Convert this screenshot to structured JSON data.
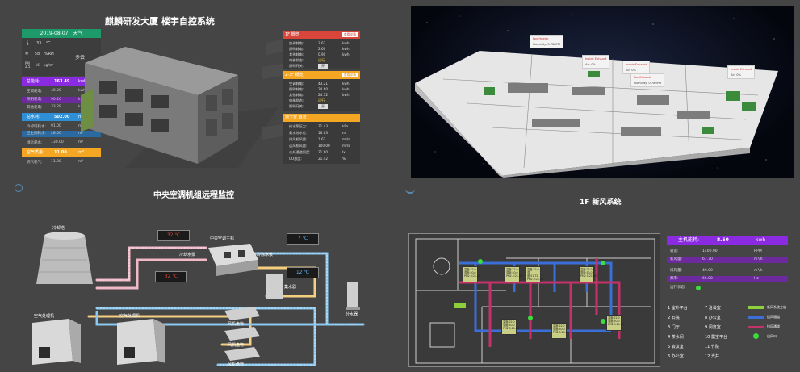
{
  "top_left": {
    "title": "麒麟研发大厦 楼宇自控系统",
    "weather": {
      "date": "2019-08-07",
      "label": "天气",
      "temp_value": "33",
      "temp_unit": "℃",
      "humidity_value": "58",
      "humidity_unit": "%RH",
      "pm_label": "PM\n2.5",
      "pm_value": "16",
      "pm_unit": "ug/m³",
      "sky": "多云"
    },
    "energy": {
      "head_label": "总能耗:",
      "head_value": "163.49",
      "head_unit": "kwh",
      "rows": [
        {
          "label": "空调耗电:",
          "value": "40.00",
          "unit": "kwh"
        },
        {
          "label": "照明耗电:",
          "value": "90.20",
          "unit": "kwh"
        },
        {
          "label": "其他耗电:",
          "value": "33.29",
          "unit": "kwh"
        }
      ]
    },
    "water": {
      "head_label": "总水耗:",
      "head_value": "502.00",
      "head_unit": "m³",
      "rows": [
        {
          "label": "冷却塔耗水:",
          "value": "91.00",
          "unit": "m³"
        },
        {
          "label": "卫生间耗水:",
          "value": "28.00",
          "unit": "m³"
        },
        {
          "label": "绿化耗水:",
          "value": "130.00",
          "unit": "m³"
        }
      ]
    },
    "gas": {
      "head_label": "空气质量:",
      "head_value": "11.00",
      "head_unit": "m³",
      "rows": [
        {
          "label": "燃气耗气:",
          "value": "11.00",
          "unit": "m³"
        }
      ]
    },
    "right_panel_1": {
      "head": "1F 概览",
      "badge": "查看详情",
      "rows": [
        {
          "label": "空调耗电:",
          "value": "3.63",
          "unit": "kwh"
        },
        {
          "label": "照明耗电:",
          "value": "2.60",
          "unit": "kwh"
        },
        {
          "label": "其他耗电:",
          "value": "0.90",
          "unit": "kwh"
        },
        {
          "label": "电梯状态:",
          "value": "运行",
          "unit": ""
        },
        {
          "label": "照明开关:",
          "value": "开",
          "unit": ""
        }
      ]
    },
    "right_panel_2": {
      "head": "2-3F 概览",
      "badge": "查看详情",
      "rows": [
        {
          "label": "空调耗电:",
          "value": "43.21",
          "unit": "kwh"
        },
        {
          "label": "照明耗电:",
          "value": "24.60",
          "unit": "kwh"
        },
        {
          "label": "其他耗电:",
          "value": "24.12",
          "unit": "kwh"
        },
        {
          "label": "电梯状态:",
          "value": "运行",
          "unit": ""
        },
        {
          "label": "照明开关:",
          "value": "开",
          "unit": ""
        }
      ]
    },
    "right_panel_3": {
      "head": "地下室 概览",
      "rows": [
        {
          "label": "给水泵压力:",
          "value": "21.43",
          "unit": "kPa"
        },
        {
          "label": "集水坑水位:",
          "value": "16.63",
          "unit": "m"
        },
        {
          "label": "排风机风量:",
          "value": "1.62",
          "unit": "m³/s"
        },
        {
          "label": "送风机风量:",
          "value": "100.00",
          "unit": "m³/s"
        },
        {
          "label": "公共通道照度:",
          "value": "31.60",
          "unit": "lx"
        },
        {
          "label": "CO浓度:",
          "value": "21.42",
          "unit": "%"
        }
      ]
    }
  },
  "floor3d": {
    "popups": [
      {
        "title": "Fan Heater",
        "line": "Humidity: 0.78RPM"
      },
      {
        "title": "Inside Exhaust",
        "line": "Air: 0%"
      },
      {
        "title": "Inside Exhaust",
        "line": "Air: 0%"
      },
      {
        "title": "Fan Exhaust",
        "line": "Humidity: 0.78RPM"
      },
      {
        "title": "Inside Exhaust",
        "line": "Air: 0%"
      }
    ]
  },
  "hvac": {
    "title": "中央空调机组远程监控",
    "temps": [
      "32 ℃",
      "7 ℃",
      "32 ℃",
      "12 ℃"
    ],
    "labels": {
      "tower": "冷却塔",
      "chiller": "中央空调主机",
      "pump1": "冷却水泵",
      "pump2": "冷冻水泵",
      "collector": "集水器",
      "divider": "分水器",
      "ahu1": "空气处理机",
      "ahu2": "空气处理机",
      "fcu1": "风机盘管",
      "fcu2": "风机盘管",
      "fcu3": "风机盘管"
    }
  },
  "plan": {
    "title": "1F 新风系统",
    "rooms": [
      {
        "l1": "温度:",
        "v1": "22.0",
        "l2": "湿度:",
        "v2": "50.0",
        "l3": "PM2.5:",
        "v3": "21.00"
      },
      {
        "l1": "温度:",
        "v1": "22.0",
        "l2": "湿度:",
        "v2": "50.0",
        "l3": "PM2.5:",
        "v3": "21.00"
      },
      {
        "l1": "温度:",
        "v1": "22.0",
        "l2": "湿度:",
        "v2": "51.72",
        "l3": "PM2.5:",
        "v3": "21.48"
      },
      {
        "l1": "温度:",
        "v1": "22.0",
        "l2": "湿度:",
        "v2": "50.0",
        "l3": "PM2.5:",
        "v3": "21.00"
      },
      {
        "l1": "温度:",
        "v1": "22.0",
        "l2": "湿度:",
        "v2": "50.0",
        "l3": "PM2.5:",
        "v3": "21.00"
      },
      {
        "l1": "温度:",
        "v1": "22.0",
        "l2": "湿度:",
        "v2": "50.0",
        "l3": "PM2.5:",
        "v3": "21.00"
      },
      {
        "l1": "温度:",
        "v1": "22.0",
        "l2": "湿度:",
        "v2": "50.0",
        "l3": "PM2.5:",
        "v3": "21.00"
      }
    ]
  },
  "unit_panel": {
    "head_label": "主机能耗:",
    "head_value": "8.50",
    "head_unit": "kwh",
    "rows": [
      {
        "label": "转速:",
        "value": "1400.00",
        "unit": "RPM"
      },
      {
        "label": "新风量:",
        "value": "67.70",
        "unit": "m³/h"
      },
      {
        "label": "排风量:",
        "value": "49.00",
        "unit": "m³/h"
      },
      {
        "label": "频率:",
        "value": "66.00",
        "unit": "Hz"
      }
    ],
    "status_label": "运行状态:",
    "legend_rooms": [
      "1 室外平台",
      "2 石院",
      "3 门厅",
      "4 茶水间",
      "5 会议室",
      "6 办公室",
      "7 洽谈室",
      "8 办公室",
      "9 阅览室",
      "10 露空平台",
      "11 竹院",
      "12 光井"
    ],
    "legend_keys": [
      "新风系统主机",
      "送风通道",
      "排风通道",
      "出风口"
    ]
  },
  "colors": {
    "purple": "#8a2be2",
    "blue": "#2e8fd6",
    "orange": "#f5a623",
    "red": "#d8453a",
    "green_head": "#1e9a6a"
  }
}
